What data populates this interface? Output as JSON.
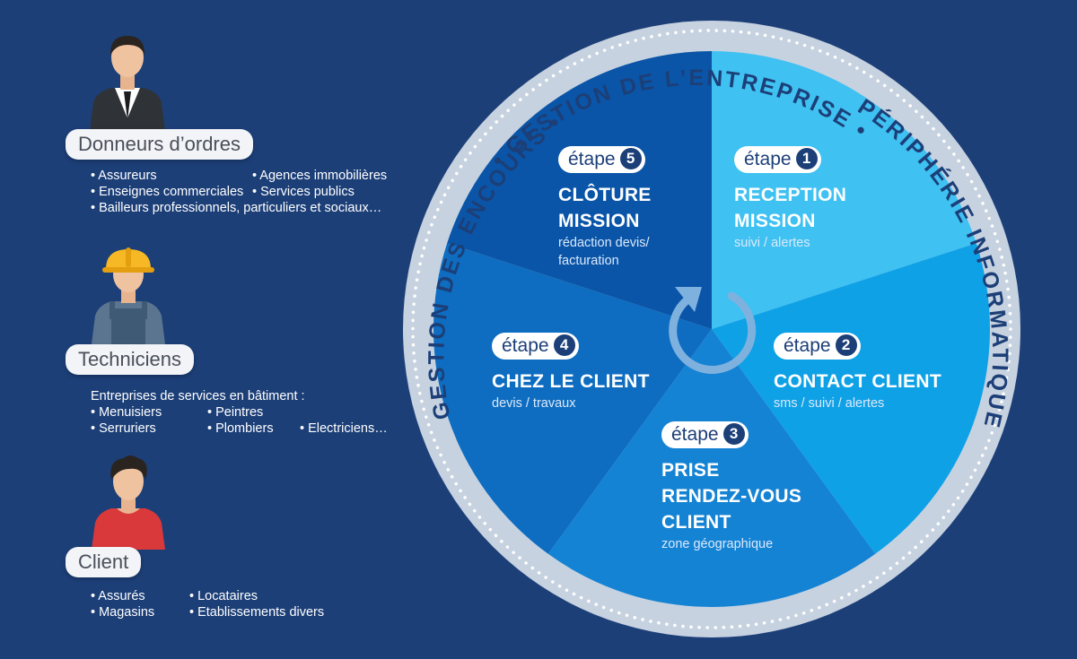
{
  "actors": [
    {
      "label": "Donneurs d’ordres",
      "icon": "businessman-icon",
      "items": [
        [
          "• Assureurs",
          "• Agences immobilières"
        ],
        [
          "• Enseignes commerciales",
          "• Services publics"
        ],
        [
          "• Bailleurs professionnels, particuliers et sociaux…"
        ]
      ]
    },
    {
      "label": "Techniciens",
      "icon": "construction-worker-icon",
      "intro": "Entreprises de services en bâtiment :",
      "items": [
        [
          "• Menuisiers",
          "• Peintres"
        ],
        [
          "• Serruriers",
          "• Plombiers",
          "• Electriciens…"
        ]
      ]
    },
    {
      "label": "Client",
      "icon": "client-person-icon",
      "items": [
        [
          "• Assurés",
          "• Locataires"
        ],
        [
          "• Magasins",
          "• Etablissements divers"
        ]
      ]
    }
  ],
  "ring": {
    "top_text": "• GESTION DE L’ENTREPRISE •",
    "right_text": "PÉRIPHÉRIE INFORMATIQUE",
    "left_text": "GESTION DES ENCOURS •"
  },
  "steps": [
    {
      "badge": "étape",
      "num": "1",
      "title": [
        "RECEPTION",
        "MISSION"
      ],
      "sub": [
        "suivi / alertes"
      ],
      "color": "#3fc1f2"
    },
    {
      "badge": "étape",
      "num": "2",
      "title": [
        "CONTACT CLIENT"
      ],
      "sub": [
        "sms / suivi / alertes"
      ],
      "color": "#0fa1e6"
    },
    {
      "badge": "étape",
      "num": "3",
      "title": [
        "PRISE",
        "RENDEZ-VOUS",
        "CLIENT"
      ],
      "sub": [
        "zone géographique"
      ],
      "color": "#1583d4"
    },
    {
      "badge": "étape",
      "num": "4",
      "title": [
        "CHEZ LE CLIENT"
      ],
      "sub": [
        "devis / travaux"
      ],
      "color": "#0e6dc0"
    },
    {
      "badge": "étape",
      "num": "5",
      "title": [
        "CLÔTURE",
        "MISSION"
      ],
      "sub": [
        "rédaction devis/",
        "facturation"
      ],
      "color": "#0a55a8"
    }
  ],
  "colors": {
    "background": "#1c3f78",
    "ring": "#c7d2e0",
    "ring_text": "#1c3f78",
    "cycle_arrow": "#7fb1df"
  }
}
